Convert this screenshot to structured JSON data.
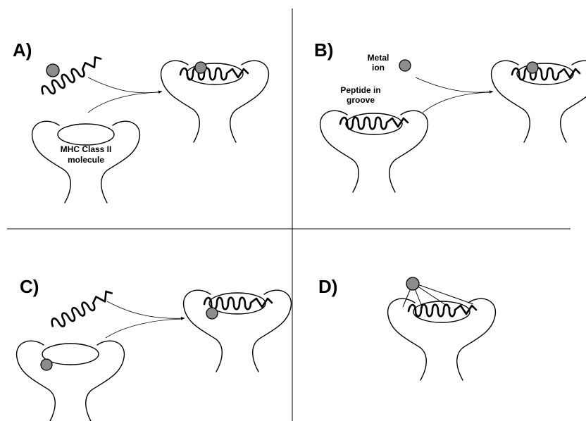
{
  "panels": {
    "a": {
      "label": "A)"
    },
    "b": {
      "label": "B)",
      "metal_line1": "Metal",
      "metal_line2": "ion",
      "peptide_line1": "Peptide in",
      "peptide_line2": "groove"
    },
    "c": {
      "label": "C)"
    },
    "d": {
      "label": "D)"
    }
  },
  "mhc_label": {
    "line1": "MHC Class II",
    "line2": "molecule"
  },
  "colors": {
    "metal_ion": "#8c8c8c",
    "line": "#000000",
    "background": "#ffffff"
  }
}
